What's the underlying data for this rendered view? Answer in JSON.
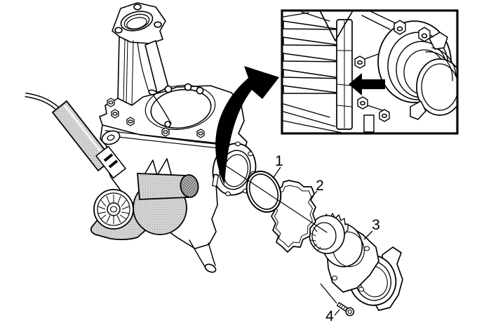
{
  "illustration": {
    "type": "exploded-parts-service-diagram",
    "background_color": "#ffffff",
    "line_color": "#000000",
    "tool_fill_color": "#d8d8d8",
    "callouts": [
      {
        "label": "1",
        "part": "o-ring"
      },
      {
        "label": "2",
        "part": "gasket"
      },
      {
        "label": "3",
        "part": "angle-gear-unit"
      },
      {
        "label": "4",
        "part": "bolt"
      }
    ],
    "inset": {
      "border_color": "#000000",
      "arrow_direction": "left"
    }
  }
}
